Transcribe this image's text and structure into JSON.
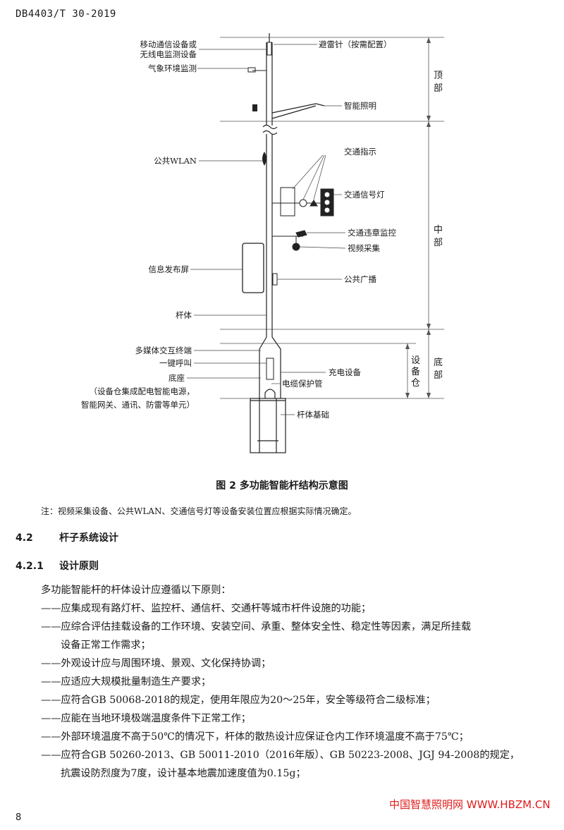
{
  "header": {
    "doc_code": "DB4403/T 30-2019"
  },
  "figure": {
    "left_labels": {
      "mobile": [
        "移动通信设备或",
        "无线电监测设备"
      ],
      "weather": "气象环境监测",
      "wlan": "公共WLAN",
      "info_screen": "信息发布屏",
      "pole_body": "杆体",
      "multimedia": "多媒体交互终端",
      "one_key": "一键呼叫",
      "base": "底座",
      "base_note": [
        "（设备仓集成配电智能电源，",
        "智能网关、通讯、防雷等单元）"
      ]
    },
    "right_labels": {
      "lightning": "避雷针（按需配置）",
      "lighting": "智能照明",
      "traffic_sign": "交通指示",
      "traffic_light": "交通信号灯",
      "violation": "交通违章监控",
      "video": "视频采集",
      "broadcast": "公共广播",
      "charging": "充电设备",
      "cable_pipe": "电缆保护管",
      "foundation": "杆体基础"
    },
    "sections": {
      "top": [
        "顶",
        "部"
      ],
      "middle": [
        "中",
        "部"
      ],
      "bottom": [
        "底",
        "部"
      ],
      "cabin": [
        "设",
        "备",
        "仓"
      ]
    },
    "caption": "图 2  多功能智能杆结构示意图",
    "note": "注：视频采集设备、公共WLAN、交通信号灯等设备安装位置应根据实际情况确定。"
  },
  "section_4_2": {
    "num": "4.2",
    "title": "杆子系统设计"
  },
  "section_4_2_1": {
    "num": "4.2.1",
    "title": "设计原则"
  },
  "body": {
    "intro": "多功能智能杆的杆体设计应遵循以下原则：",
    "items": [
      "——应集成现有路灯杆、监控杆、通信杆、交通杆等城市杆件设施的功能；",
      "——应综合评估挂载设备的工作环境、安装空间、承重、整体安全性、稳定性等因素，满足所挂载",
      "设备正常工作需求；",
      "——外观设计应与周围环境、景观、文化保持协调；",
      "——应适应大规模批量制造生产要求；",
      "——应符合GB 50068-2018的规定，使用年限应为20～25年，安全等级符合二级标准；",
      "——应能在当地环境极端温度条件下正常工作；",
      "——外部环境温度不高于50℃的情况下，杆体的散热设计应保证仓内工作环境温度不高于75℃；",
      "——应符合GB 50260-2013、GB 50011-2010（2016年版）、GB 50223-2008、JGJ 94-2008的规定，",
      "抗震设防烈度为7度，设计基本地震加速度值为0.15g；"
    ]
  },
  "footer": {
    "page": "8",
    "watermark": "中国智慧照明网 WWW.HBZM.CN"
  }
}
